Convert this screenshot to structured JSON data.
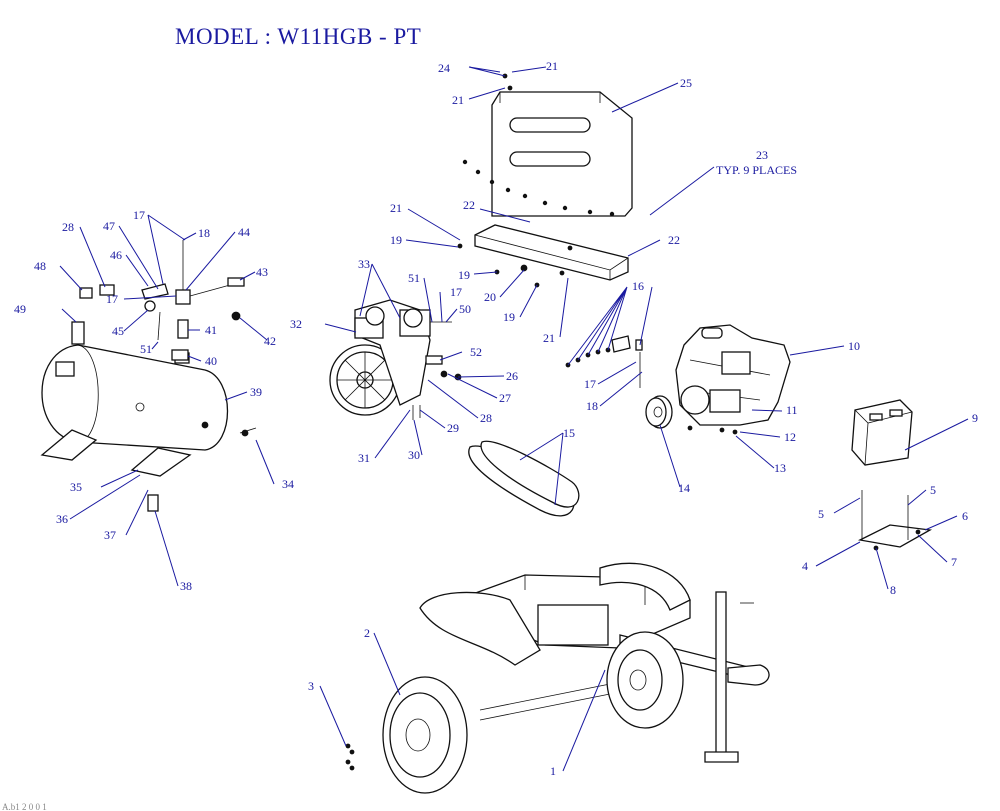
{
  "title": "MODEL : W11HGB - PT",
  "note_line1": "TYP. 9 PLACES",
  "footer": "A.b1 2 0 0 1",
  "part_labels": {
    "p1": "1",
    "p2": "2",
    "p3": "3",
    "p4": "4",
    "p5a": "5",
    "p5b": "5",
    "p6": "6",
    "p7": "7",
    "p8": "8",
    "p9": "9",
    "p10": "10",
    "p11": "11",
    "p12": "12",
    "p13": "13",
    "p14": "14",
    "p15": "15",
    "p16": "16",
    "p17a": "17",
    "p17b": "17",
    "p17c": "17",
    "p17d": "17",
    "p18a": "18",
    "p18b": "18",
    "p19a": "19",
    "p19b": "19",
    "p19c": "19",
    "p20": "20",
    "p21a": "21",
    "p21b": "21",
    "p21c": "21",
    "p21d": "21",
    "p22a": "22",
    "p22b": "22",
    "p23": "23",
    "p24": "24",
    "p25": "25",
    "p26": "26",
    "p27": "27",
    "p28a": "28",
    "p28b": "28",
    "p29": "29",
    "p30": "30",
    "p31": "31",
    "p32": "32",
    "p33": "33",
    "p34": "34",
    "p35": "35",
    "p36": "36",
    "p37": "37",
    "p38": "38",
    "p39": "39",
    "p40": "40",
    "p41": "41",
    "p42": "42",
    "p43": "43",
    "p44": "44",
    "p45": "45",
    "p46": "46",
    "p47": "47",
    "p48": "48",
    "p49": "49",
    "p50": "50",
    "p51a": "51",
    "p51b": "51",
    "p52": "52"
  }
}
